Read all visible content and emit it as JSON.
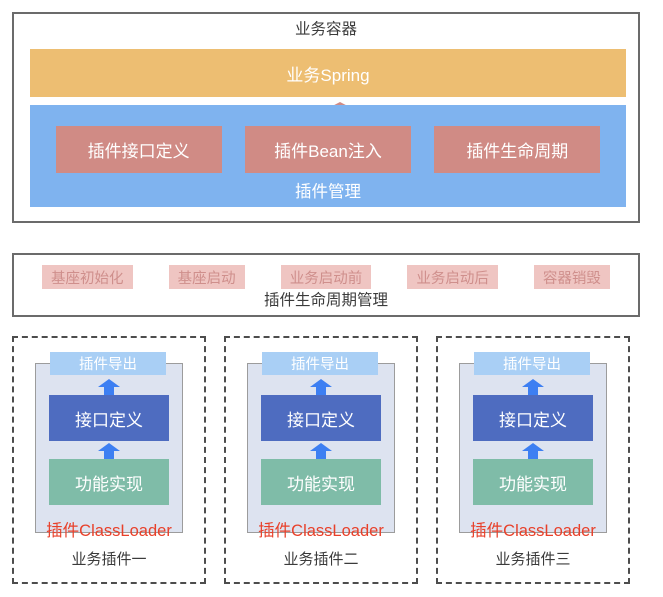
{
  "diagram": {
    "container": {
      "title": "业务容器",
      "spring_bar": {
        "label": "业务Spring",
        "color": "#edbe72"
      },
      "arrow_up": {
        "name": "arrow-up-icon",
        "color": "#d08b85"
      },
      "plugin_management": {
        "label": "插件管理",
        "color": "#7fb3ef",
        "chips": [
          {
            "label": "插件接口定义",
            "color": "#d08b85"
          },
          {
            "label": "插件Bean注入",
            "color": "#d08b85"
          },
          {
            "label": "插件生命周期",
            "color": "#d08b85"
          }
        ]
      }
    },
    "lifecycle": {
      "label": "插件生命周期管理",
      "chip_color": "#efc5c2",
      "chip_text_color": "#cf8f8c",
      "chips": [
        {
          "label": "基座初始化"
        },
        {
          "label": "基座启动"
        },
        {
          "label": "业务启动前"
        },
        {
          "label": "业务启动后"
        },
        {
          "label": "容器销毁"
        }
      ]
    },
    "plugins": [
      {
        "export": "插件导出",
        "interface": "接口定义",
        "implementation": "功能实现",
        "classloader": "插件ClassLoader",
        "caption": "业务插件一"
      },
      {
        "export": "插件导出",
        "interface": "接口定义",
        "implementation": "功能实现",
        "classloader": "插件ClassLoader",
        "caption": "业务插件二"
      },
      {
        "export": "插件导出",
        "interface": "接口定义",
        "implementation": "功能实现",
        "classloader": "插件ClassLoader",
        "caption": "业务插件三"
      }
    ],
    "colors": {
      "orange": "#edbe72",
      "blue": "#7fb3ef",
      "rose": "#d08b85",
      "pink": "#efc5c2",
      "dark_blue": "#4e6cc0",
      "green": "#7fbca8",
      "light_blue": "#a9cff5",
      "panel_grey": "#dde3f0",
      "classloader_red": "#e8402a",
      "border_grey": "#6b6b6b"
    }
  }
}
